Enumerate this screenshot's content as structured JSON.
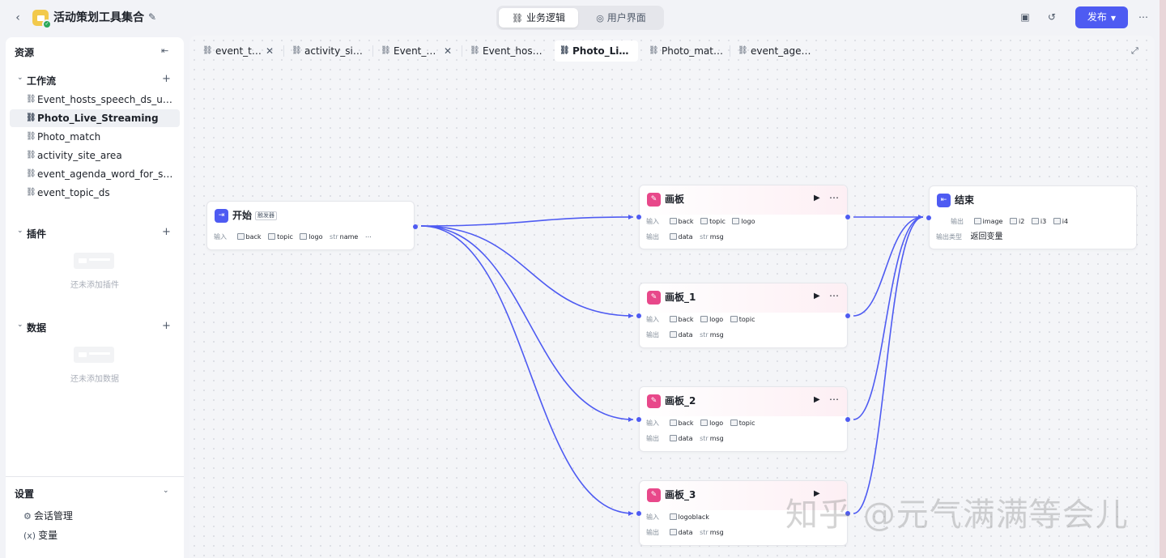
{
  "header": {
    "back": "‹",
    "app_title": "活动策划工具集合",
    "mode_tabs": [
      {
        "label": "业务逻辑",
        "icon": "workflow-icon",
        "active": true
      },
      {
        "label": "用户界面",
        "icon": "palette-icon",
        "active": false
      }
    ],
    "publish_label": "发布"
  },
  "sidebar": {
    "title": "资源",
    "workflow_section": "工作流",
    "workflows": [
      {
        "label": "Event_hosts_speech_ds_upgrade",
        "active": false
      },
      {
        "label": "Photo_Live_Streaming",
        "active": true
      },
      {
        "label": "Photo_match",
        "active": false
      },
      {
        "label": "activity_site_area",
        "active": false
      },
      {
        "label": "event_agenda_word_for_speech",
        "active": false
      },
      {
        "label": "event_topic_ds",
        "active": false
      }
    ],
    "plugin_section": "插件",
    "plugin_empty": "还未添加插件",
    "data_section": "数据",
    "data_empty": "还未添加数据",
    "settings_section": "设置",
    "settings_items": [
      {
        "label": "会话管理",
        "icon": "chat-manage-icon"
      },
      {
        "label": "变量",
        "icon": "variable-icon"
      }
    ]
  },
  "tabs": [
    {
      "label": "event_topic_ds",
      "closable": true,
      "active": false
    },
    {
      "label": "activity_site_area",
      "closable": false,
      "active": false
    },
    {
      "label": "Event_hosts",
      "closable": true,
      "active": false
    },
    {
      "label": "Event_hosts_speech_ds_upgrade",
      "closable": false,
      "active": false
    },
    {
      "label": "Photo_Live_Streaming",
      "closable": false,
      "active": true
    },
    {
      "label": "Photo_match",
      "closable": false,
      "active": false
    },
    {
      "label": "event_agenda_word_for_speech",
      "closable": false,
      "active": false
    }
  ],
  "nodes": {
    "start": {
      "title": "开始",
      "tag": "触发器",
      "input_label": "输入",
      "inputs": [
        {
          "type": "img",
          "name": "back"
        },
        {
          "type": "img",
          "name": "topic"
        },
        {
          "type": "img",
          "name": "logo"
        },
        {
          "type": "str",
          "name": "name"
        }
      ]
    },
    "canvas0": {
      "title": "画板",
      "input_label": "输入",
      "output_label": "输出",
      "inputs": [
        {
          "type": "img",
          "name": "back"
        },
        {
          "type": "img",
          "name": "topic"
        },
        {
          "type": "img",
          "name": "logo"
        }
      ],
      "outputs": [
        {
          "type": "img",
          "name": "data"
        },
        {
          "type": "str",
          "name": "msg"
        }
      ]
    },
    "canvas1": {
      "title": "画板_1",
      "input_label": "输入",
      "output_label": "输出",
      "inputs": [
        {
          "type": "img",
          "name": "back"
        },
        {
          "type": "img",
          "name": "logo"
        },
        {
          "type": "img",
          "name": "topic"
        }
      ],
      "outputs": [
        {
          "type": "img",
          "name": "data"
        },
        {
          "type": "str",
          "name": "msg"
        }
      ]
    },
    "canvas2": {
      "title": "画板_2",
      "input_label": "输入",
      "output_label": "输出",
      "inputs": [
        {
          "type": "img",
          "name": "back"
        },
        {
          "type": "img",
          "name": "logo"
        },
        {
          "type": "img",
          "name": "topic"
        }
      ],
      "outputs": [
        {
          "type": "img",
          "name": "data"
        },
        {
          "type": "str",
          "name": "msg"
        }
      ]
    },
    "canvas3": {
      "title": "画板_3",
      "input_label": "输入",
      "output_label": "输出",
      "inputs": [
        {
          "type": "img",
          "name": "logoblack"
        }
      ],
      "outputs": [
        {
          "type": "img",
          "name": "data"
        },
        {
          "type": "str",
          "name": "msg"
        }
      ]
    },
    "end": {
      "title": "结束",
      "output_label": "输出",
      "outputs": [
        {
          "type": "img",
          "name": "image"
        },
        {
          "type": "img",
          "name": "i2"
        },
        {
          "type": "img",
          "name": "i3"
        },
        {
          "type": "img",
          "name": "i4"
        }
      ],
      "type_label": "输出类型",
      "type_value": "返回变量"
    }
  },
  "watermark": "知乎 @元气满满等会儿",
  "colors": {
    "accent": "#4e5bf2",
    "start_icon": "#4e5bf2",
    "canvas_icon": "#e8488a",
    "end_icon": "#4e5bf2"
  }
}
